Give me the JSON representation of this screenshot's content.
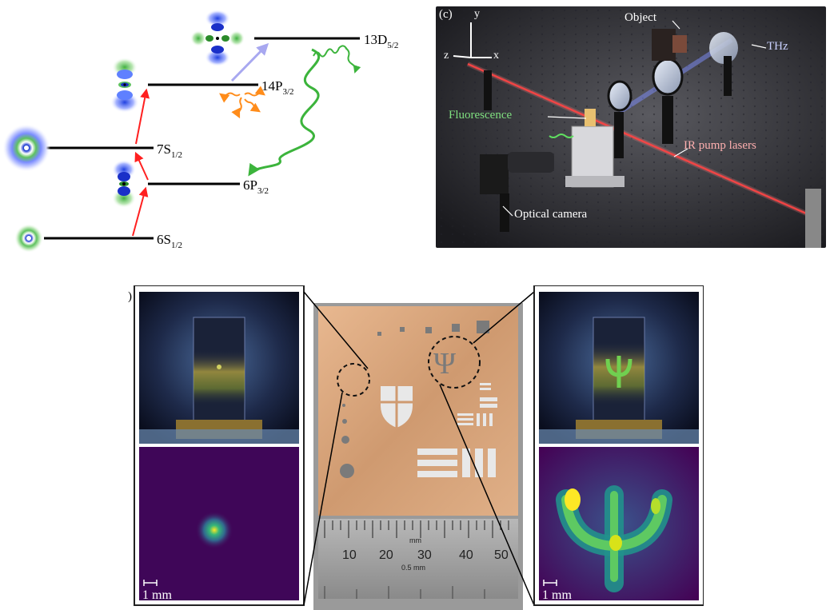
{
  "energy_levels": {
    "level_13d": {
      "name": "13D",
      "subscript": "5/2"
    },
    "level_14p": {
      "name": "14P",
      "subscript": "3/2"
    },
    "level_7s": {
      "name": "7S",
      "subscript": "1/2"
    },
    "level_6p": {
      "name": "6P",
      "subscript": "3/2"
    },
    "level_6s": {
      "name": "6S",
      "subscript": "1/2"
    }
  },
  "setup_photo": {
    "panel_label": "(c)",
    "axis_y": "y",
    "axis_z": "z",
    "axis_x": "x",
    "label_object": "Object",
    "label_thz": "THz",
    "label_fluorescence": "Fluorescence",
    "label_ir": "IR pump lasers",
    "label_camera": "Optical camera"
  },
  "bottom_panel": {
    "panel_label_fragment": ")",
    "scale_left": "1 mm",
    "scale_right": "1 mm",
    "ruler_unit": "mm",
    "ruler_ticks": [
      "10",
      "20",
      "30",
      "40",
      "50"
    ],
    "ruler_sub": "0.5 mm",
    "psi_symbol": "Ψ"
  },
  "colors": {
    "arrow_red": "#ff2020",
    "arrow_lavender": "#a8a8f0",
    "arrow_green": "#3cb43c",
    "arrow_orange": "#ff8c1a",
    "brass": "#d9a878",
    "viridis_dark": "#440154",
    "viridis_yellow": "#fde725"
  }
}
